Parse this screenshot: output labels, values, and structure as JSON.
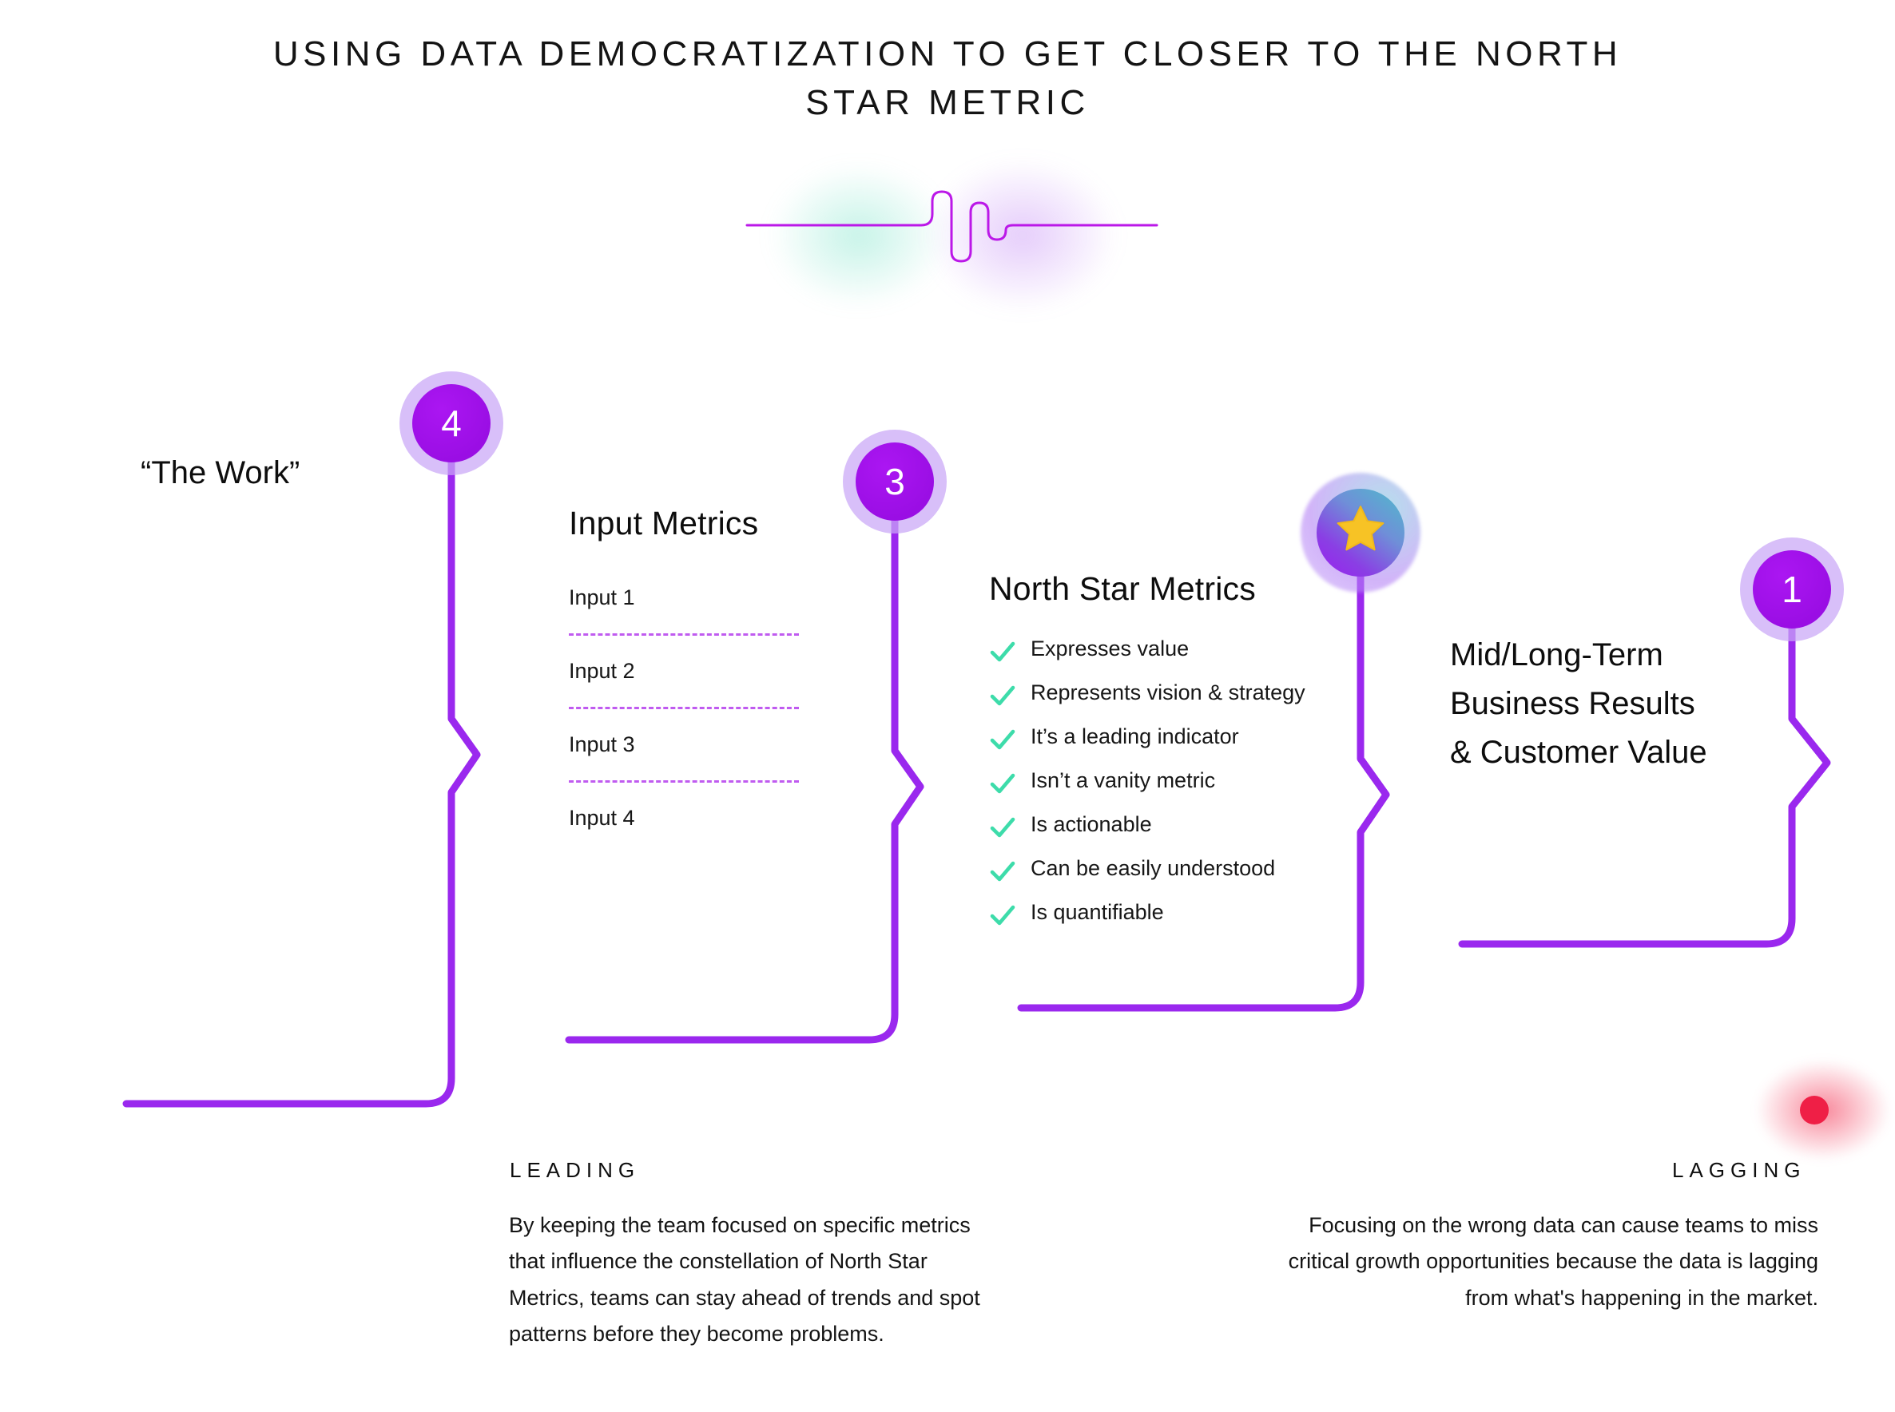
{
  "title": "USING DATA DEMOCRATIZATION TO GET CLOSER TO THE NORTH\nSTAR METRIC",
  "colors": {
    "purple": "#9a0ee4",
    "purple_light": "#c9a6f6",
    "dash_purple": "#c05bf0",
    "check_green": "#3ddcaa",
    "star_gold": "#f7c325",
    "red": "#ef1f46",
    "glow_teal": "#60debe",
    "text": "#141414"
  },
  "divider": {
    "icon": "pulse-line-icon"
  },
  "steps": {
    "work": {
      "number": "4",
      "label": "“The Work”"
    },
    "input_metrics": {
      "number": "3",
      "heading": "Input Metrics",
      "items": [
        "Input 1",
        "Input 2",
        "Input 3",
        "Input 4"
      ]
    },
    "north_star": {
      "number": "star-icon",
      "heading": "North Star Metrics",
      "checklist": [
        "Expresses value",
        "Represents vision & strategy",
        "It’s a leading indicator",
        "Isn’t a vanity metric",
        "Is actionable",
        "Can be easily understood",
        "Is quantifiable"
      ]
    },
    "business": {
      "number": "1",
      "lines": [
        "Mid/Long-Term",
        "Business Results",
        "& Customer Value"
      ]
    }
  },
  "axis": {
    "leading_label": "LEADING",
    "lagging_label": "LAGGING",
    "leading_text": "By keeping the team focused on specific metrics that influence the constellation of North Star Metrics, teams can stay ahead of trends and spot patterns before they become problems.",
    "lagging_text": "Focusing on the wrong data can cause teams to miss critical growth opportunities because the data is lagging from what's happening in the market."
  }
}
